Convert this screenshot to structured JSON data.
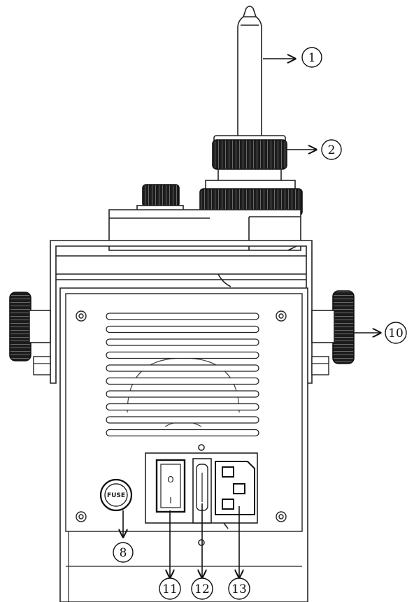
{
  "callouts": [
    {
      "id": "c1",
      "label": "1"
    },
    {
      "id": "c2",
      "label": "2"
    },
    {
      "id": "c8",
      "label": "8"
    },
    {
      "id": "c10",
      "label": "10"
    },
    {
      "id": "c11",
      "label": "11"
    },
    {
      "id": "c12",
      "label": "12"
    },
    {
      "id": "c13",
      "label": "13"
    }
  ],
  "fuse_holder": {
    "text": "FUSE"
  },
  "power_switch": {
    "on_mark": "O",
    "off_mark": "I"
  },
  "colors": {
    "stroke": "#222222",
    "knob": "#1a1a1a",
    "background": "#ffffff"
  }
}
